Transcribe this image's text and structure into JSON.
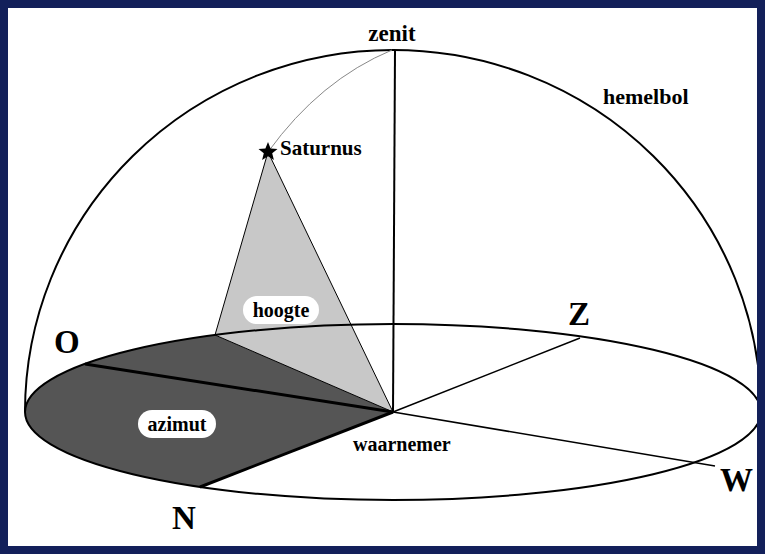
{
  "diagram": {
    "labels": [
      "zenit",
      "hemelbol",
      "Saturnus",
      "hoogte",
      "azimut",
      "waarnemer",
      "O",
      "Z",
      "W",
      "N"
    ]
  }
}
